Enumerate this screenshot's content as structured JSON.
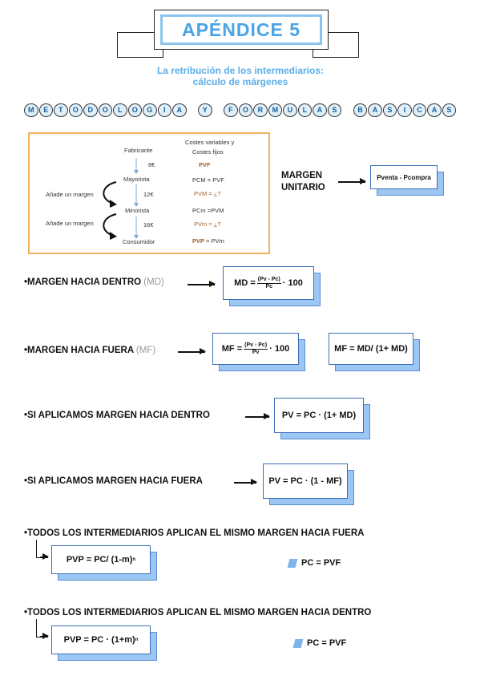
{
  "header": {
    "title": "APÉNDICE 5",
    "subtitle_line1": "La retribución de los intermediarios:",
    "subtitle_line2": "cálculo de márgenes"
  },
  "methodology": {
    "word1": [
      "M",
      "E",
      "T",
      "O",
      "D",
      "O",
      "L",
      "O",
      "G",
      "I",
      "A"
    ],
    "word2": [
      "Y"
    ],
    "word3": [
      "F",
      "O",
      "R",
      "M",
      "U",
      "L",
      "A",
      "S"
    ],
    "word4": [
      "B",
      "A",
      "S",
      "I",
      "C",
      "A",
      "S"
    ]
  },
  "diagram": {
    "fabricante": "Fabricante",
    "costes_line1": "Costes variables y",
    "costes_line2": "Costes fijos",
    "pvf": "PVF",
    "p8": "8€",
    "mayorista": "Mayorista",
    "pcm_eq": "PCM = PVF",
    "anade1": "Añade un margen",
    "p12": "12€",
    "pvm_eq": "PVM = ¿?",
    "minorista": "Minorista",
    "pcm2_eq": "PCm =PVM",
    "anade2": "Añade un margen",
    "p16": "16€",
    "pvm2_eq": "PVm = ¿?",
    "consumidor": "Consumidor",
    "pvp_label": "PVP",
    "pvp_rest": " = PVm"
  },
  "margen_unitario": {
    "line1": "MARGEN",
    "line2": "UNITARIO",
    "formula": "Pventa - Pcompra"
  },
  "margen_dentro": {
    "label": "•MARGEN HACIA DENTRO",
    "abbr": "(MD)",
    "lhs": "MD =",
    "num": "(Pv - Pc)",
    "den": "Pc",
    "rhs": "· 100"
  },
  "margen_fuera": {
    "label": "•MARGEN HACIA FUERA",
    "abbr": "(MF)",
    "lhs": "MF =",
    "num": "(Pv - Pc)",
    "den": "Pv",
    "rhs": "· 100",
    "formula2": "MF = MD/ (1+ MD)"
  },
  "aplicamos_dentro": {
    "label": "•SI APLICAMOS MARGEN HACIA DENTRO",
    "formula": "PV = PC · (1+ MD)"
  },
  "aplicamos_fuera": {
    "label": "•SI APLICAMOS MARGEN HACIA FUERA",
    "formula": "PV = PC · (1 - MF)"
  },
  "todos_fuera": {
    "label": "•TODOS LOS INTERMEDIARIOS APLICAN EL MISMO MARGEN HACIA FUERA",
    "formula_base": "PVP = PC/ (1-m)",
    "exp": "n",
    "note": "PC = PVF"
  },
  "todos_dentro": {
    "label": "•TODOS LOS INTERMEDIARIOS APLICAN EL MISMO MARGEN HACIA DENTRO",
    "formula_base": "PVP = PC · (1+m)",
    "exp": "n",
    "note": "PC = PVF"
  },
  "colors": {
    "title_blue": "#4aa3e6",
    "card_back": "#9cc6f3",
    "diagram_border": "#f2b25c"
  }
}
